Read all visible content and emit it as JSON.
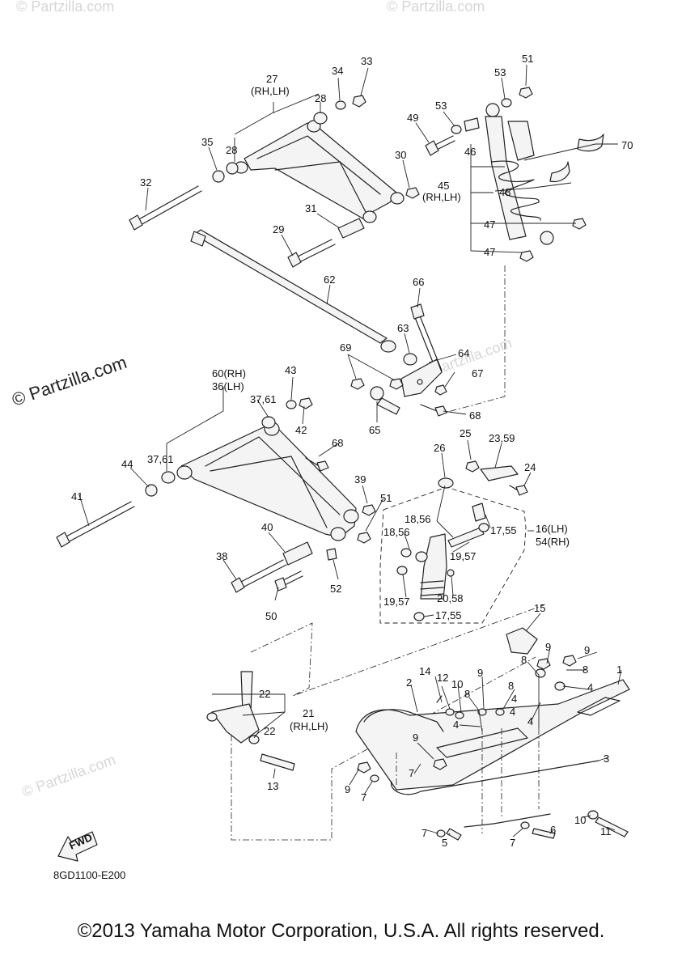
{
  "watermarks": {
    "main": "© Partzilla.com",
    "faint": "© Partzilla.com"
  },
  "diagram_code": "8GD1100-E200",
  "copyright": "©2013 Yamaha Motor Corporation, U.S.A. All rights reserved.",
  "fwd_label": "FWD",
  "callouts": {
    "c1": "1",
    "c2": "2",
    "c3": "3",
    "c4a": "4",
    "c4b": "4",
    "c4c": "4",
    "c4d": "4",
    "c4e": "4",
    "c5": "5",
    "c6": "6",
    "c7a": "7",
    "c7b": "7",
    "c7c": "7",
    "c7d": "7",
    "c8a": "8",
    "c8b": "8",
    "c8c": "8",
    "c8d": "8",
    "c9a": "9",
    "c9b": "9",
    "c9c": "9",
    "c9d": "9",
    "c9e": "9",
    "c10a": "10",
    "c10b": "10",
    "c11": "11",
    "c12": "12",
    "c13": "13",
    "c14": "14",
    "c15": "15",
    "c16": "16(LH)",
    "c54": "54(RH)",
    "c17a": "17,55",
    "c17b": "17,55",
    "c18a": "18,56",
    "c18b": "18,56",
    "c19a": "19,57",
    "c19b": "19,57",
    "c20": "20,58",
    "c21": "21",
    "c21b": "(RH,LH)",
    "c22a": "22",
    "c22b": "22",
    "c23": "23,59",
    "c24": "24",
    "c25": "25",
    "c26": "26",
    "c27": "27",
    "c27b": "(RH,LH)",
    "c28a": "28",
    "c28b": "28",
    "c29": "29",
    "c30": "30",
    "c31": "31",
    "c32": "32",
    "c33": "33",
    "c34": "34",
    "c35": "35",
    "c36": "36(LH)",
    "c60": "60(RH)",
    "c37a": "37,61",
    "c37b": "37,61",
    "c38": "38",
    "c39": "39",
    "c40": "40",
    "c41": "41",
    "c42": "42",
    "c43": "43",
    "c44": "44",
    "c45": "45",
    "c45b": "(RH,LH)",
    "c46": "46",
    "c47a": "47",
    "c47b": "47",
    "c48": "48",
    "c49": "49",
    "c50": "50",
    "c51a": "51",
    "c51b": "51",
    "c52": "52",
    "c53a": "53",
    "c53b": "53",
    "c62": "62",
    "c63": "63",
    "c64": "64",
    "c65": "65",
    "c66": "66",
    "c67": "67",
    "c68a": "68",
    "c68b": "68",
    "c69": "69",
    "c70": "70"
  }
}
